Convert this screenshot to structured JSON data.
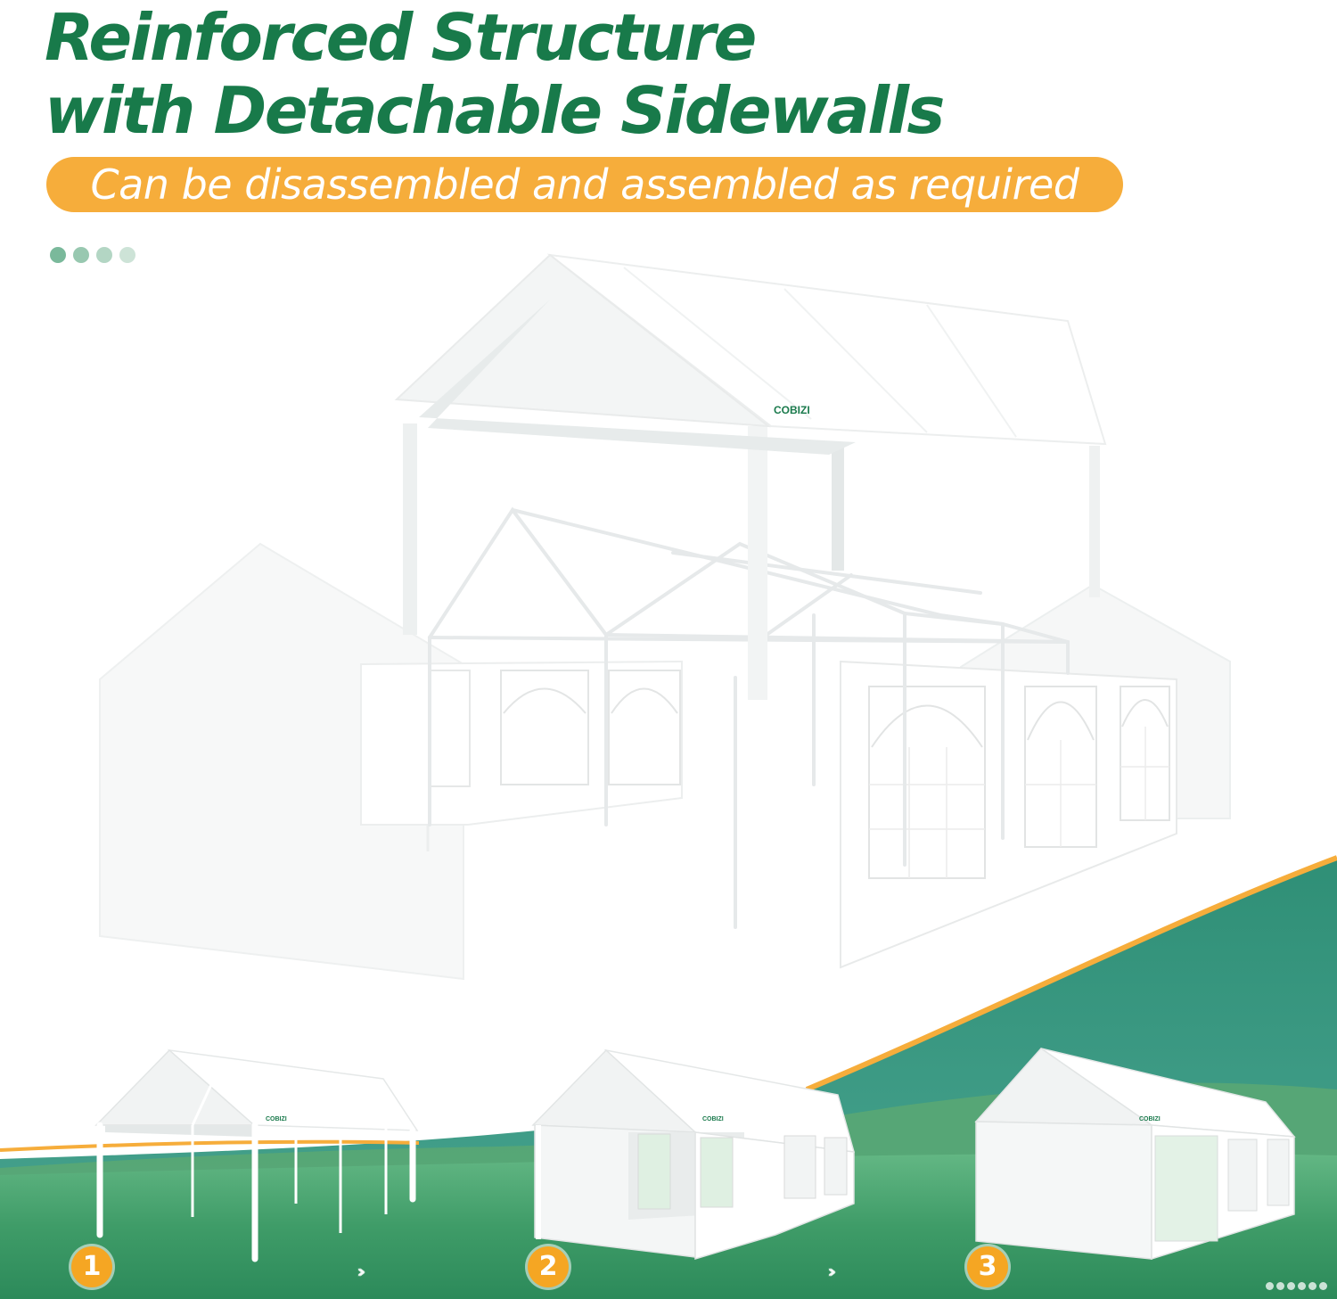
{
  "title": {
    "line1": "Reinforced Structure",
    "line2": "with Detachable Sidewalls"
  },
  "subtitle": "Can be disassembled and assembled as required",
  "brand": "COBIZI",
  "steps": [
    {
      "number": "1"
    },
    {
      "number": "2"
    },
    {
      "number": "3"
    }
  ],
  "step_arrow_icon": "triple-chevron-right-icon",
  "colors": {
    "heading_green": "#187a4a",
    "accent_orange": "#f6ad3b",
    "badge_orange": "#f5a623",
    "grass_green": "#3f9a68",
    "teal": "#3e9a85"
  }
}
